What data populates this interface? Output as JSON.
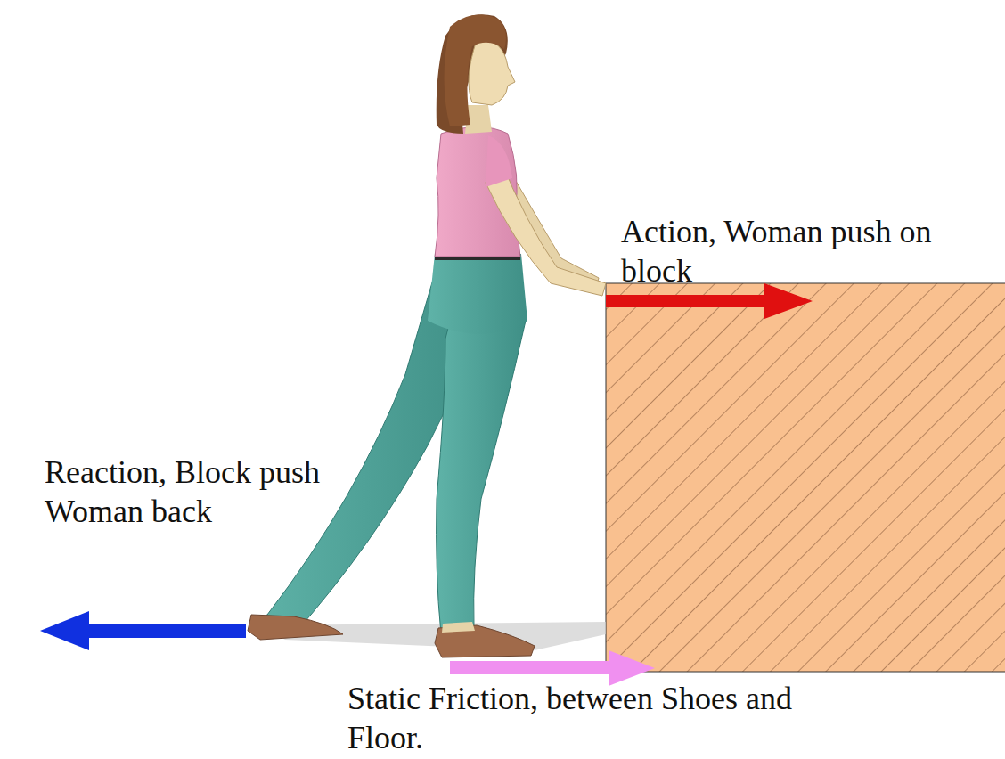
{
  "diagram": {
    "labels": [
      "Action, Woman push on block",
      "Reaction, Block push Woman back",
      "Static Friction, between Shoes and Floor."
    ]
  }
}
